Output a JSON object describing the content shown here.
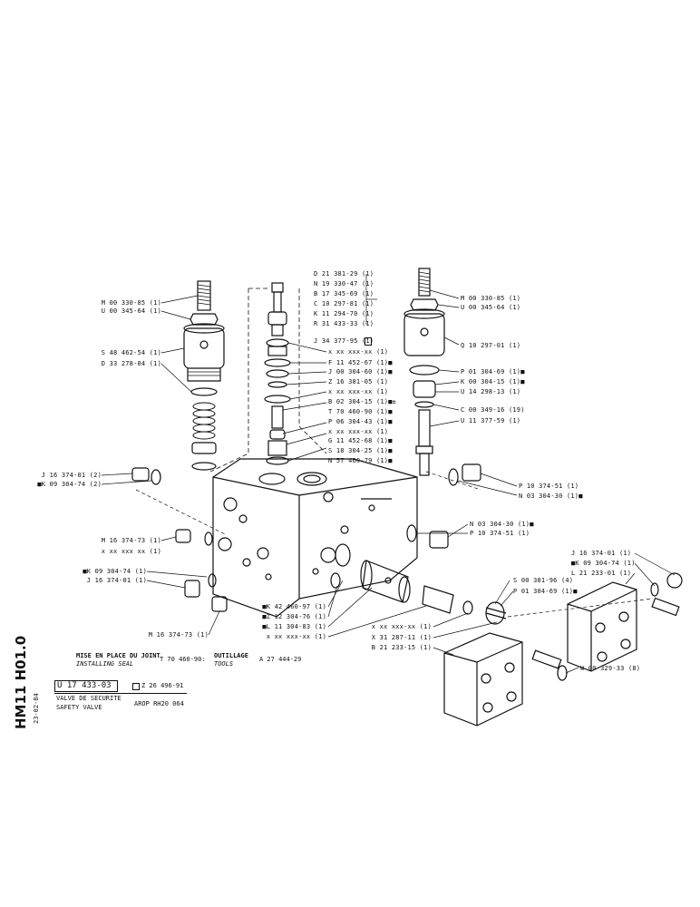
{
  "left_top": {
    "l1": "M 00 330-85 (1)",
    "l2": "U 00 345-64 (1)",
    "l3": "S 48 462-54 (1)",
    "l4": "D 33 278-04 (1)"
  },
  "center_stack": {
    "top": [
      "D 21 381-29 (1)",
      "N 19 330-47 (1)",
      "B 17 345-69 (1)",
      "C 10 297-81 (1)",
      "K 11 294-70 (1)",
      "R 31 433-33 (1)"
    ],
    "j34": "J 34 377-95 (1)",
    "list": [
      "x xx xxx-xx (1)",
      "F 11 452-67 (1)■",
      "J 00 304-60 (1)■",
      "Z 16 381-05 (1)",
      "x xx xxx-xx (1)",
      "B 02 304-15 (1)■±",
      "T 70 460-90 (1)■",
      "P 06 304-43 (1)■",
      "x xx xxx-xx (1)",
      "G 11 452-68 (1)■",
      "S 18 304-25 (1)■",
      "N 57 460-79 (1)■"
    ]
  },
  "right_top": {
    "l1": "M 00 330-85 (1)",
    "l2": "U 00 345-64 (1)",
    "l3": "Q 10 297-01 (1)",
    "l4": "P 01 304-69 (1)■",
    "l5": "K 00 304-15 (1)■",
    "l6": "U 14 298-13 (1)",
    "l7": "C 00 349-16 (19)",
    "l8": "U 11 377-59 (1)"
  },
  "left_mid": {
    "j16a": "J 16 374-01 (2)",
    "k09a": "■K 09 304-74 (2)",
    "m16a": "M 16 374-73 (1)",
    "xxa": "x xx xxx xx (1)",
    "k09b": "■K 09 304-74 (1)",
    "j16b": "J 16 374-01 (1)",
    "m16b": "M 16 374-73 (1)"
  },
  "right_mid": {
    "p10a": "P 10 374-51 (1)",
    "n03a": "N 03 304-30 (1)■",
    "n03b": "N 03 304-30 (1)■",
    "p10b": "P 10 374-51 (1)"
  },
  "right_lower": {
    "j16": "J 16 374-01 (1)",
    "k09": "■K 09 304-74 (1)",
    "l21": "L 21 233-01 (1)",
    "w00": "W 00 329-33 (8)"
  },
  "center_lower": {
    "k42": "■K 42 460-97 (1)",
    "z12": "■Z 12 304-76 (1)",
    "l11": "■L 11 304-83 (1)",
    "xx": "x xx xxx-xx (1)",
    "s00": "S 00 381-96 (4)",
    "p01": "P 01 304-69 (1)■",
    "xx2": "x xx xxx-xx (1)",
    "x31": "X 31 287-11 (1)",
    "b21": "B 21 233-15 (1)"
  },
  "title_block": {
    "install_fr": "MISE EN PLACE DU JOINT",
    "install_en": "INSTALLING SEAL",
    "install_ref": "T 70 460-90:",
    "tools_fr": "OUTILLAGE",
    "tools_en": "TOOLS",
    "tools_ref": "A 27 444-29",
    "part_no": "U 17 433-03",
    "alt_ref": "Z 26 496-91",
    "desc_fr": "VALVE DE SECURITE",
    "desc_en": "SAFETY VALVE",
    "model": "AROP RH20 064",
    "vert_code": "HM11 H01.0",
    "vert_date": "23-02-84"
  }
}
